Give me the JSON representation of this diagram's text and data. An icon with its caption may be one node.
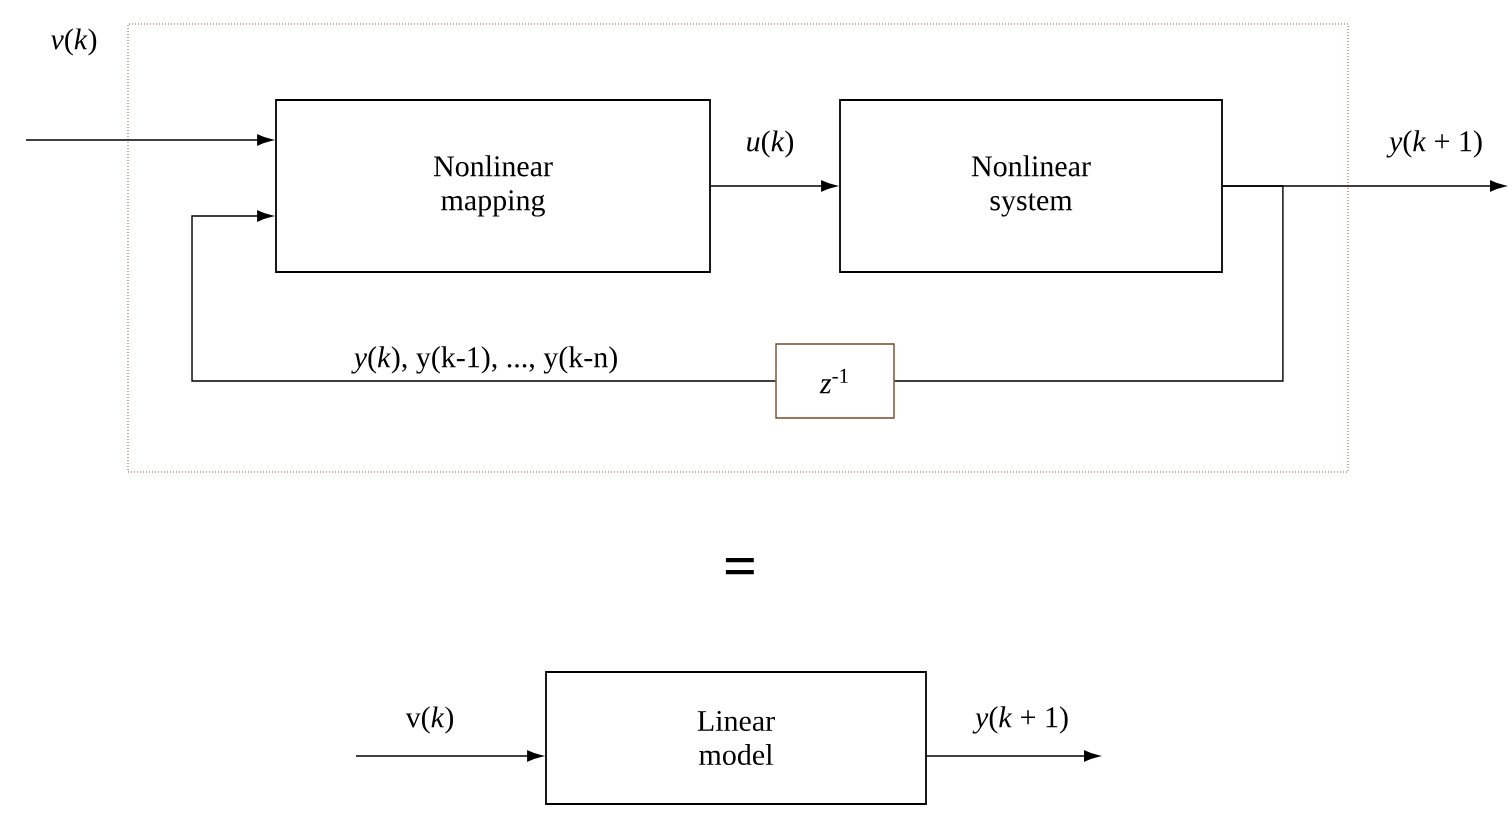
{
  "diagram": {
    "nodes": [
      {
        "text": [],
        "shape": "box"
      },
      {
        "text": [
          "Nonlinear mapping"
        ],
        "in": 0
      },
      {
        "text": [
          "Nonlinear system"
        ],
        "in": 0
      },
      {
        "text": [
          "*z*$^{-1}$"
        ],
        "in": 0
      },
      {
        "text": [
          "Linear model"
        ]
      }
    ],
    "edges": [
      {
        "from": null,
        "to": 1,
        "arrow": "to",
        "label": "*v*(*k*)"
      },
      {
        "from": 1,
        "to": 2,
        "arrow": "to",
        "label": "*u*(*k*)"
      },
      {
        "from": 2,
        "to": null,
        "arrow": "to",
        "label": "*y*(*k* + 1)"
      },
      {
        "from": 2,
        "to": 3,
        "arrow": "none"
      },
      {
        "from": 3,
        "to": 1,
        "arrow": "to",
        "label": "*y*(*k*), y(k-1), ..., y(k-n)"
      },
      {
        "from": null,
        "to": 4,
        "arrow": "to",
        "label": "v(*k*)"
      },
      {
        "from": 4,
        "to": null,
        "arrow": "to",
        "label": "*y*(*k* + 1)"
      }
    ],
    "labels": [
      "="
    ]
  }
}
